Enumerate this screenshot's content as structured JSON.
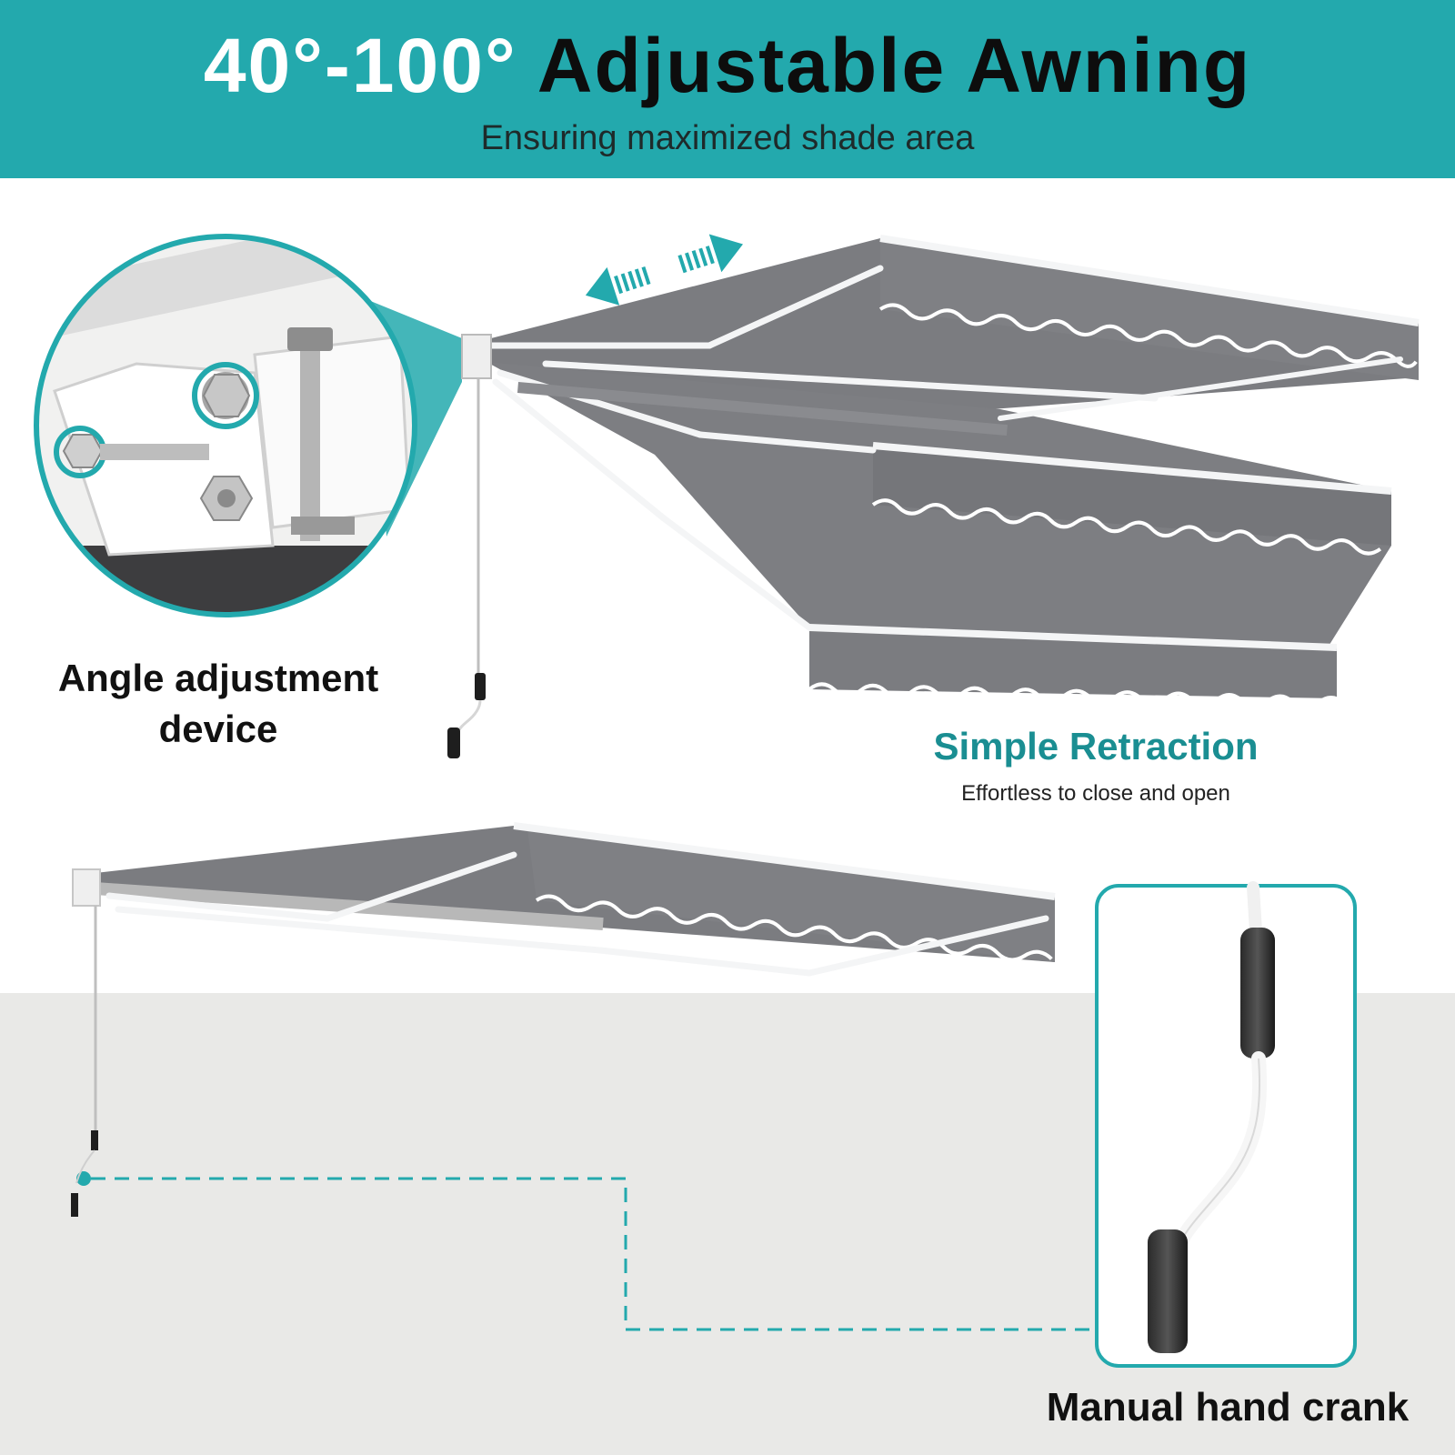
{
  "header": {
    "title_highlight": "40°-100°",
    "title_main": "Adjustable Awning",
    "subtitle": "Ensuring maximized shade area"
  },
  "labels": {
    "angle_line1": "Angle adjustment",
    "angle_line2": "device",
    "simple_retraction": "Simple Retraction",
    "simple_retraction_sub": "Effortless to close and open",
    "manual_crank": "Manual hand crank"
  },
  "colors": {
    "accent": "#23a9ad",
    "accent_dark": "#1a8e92",
    "fabric": "#7b7c80",
    "fabric_dark": "#6a6b6f",
    "frame": "#f4f5f6",
    "ground": "#e9e9e7"
  },
  "icons": {
    "extend_arrows": "double-arrow-icon",
    "crank_handle": "crank-handle-icon",
    "detail_zoom": "magnifier-callout-icon"
  }
}
